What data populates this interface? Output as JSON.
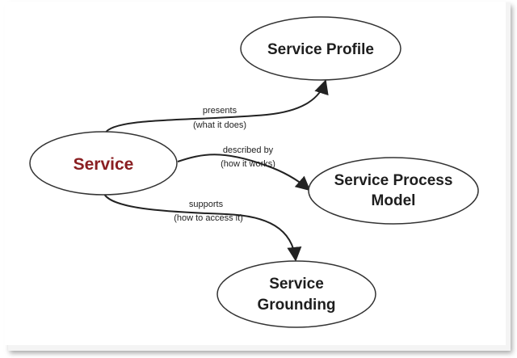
{
  "nodes": {
    "service": {
      "label": "Service"
    },
    "profile": {
      "label": "Service Profile"
    },
    "process": {
      "line1": "Service Process",
      "line2": "Model"
    },
    "grounding": {
      "line1": "Service",
      "line2": "Grounding"
    }
  },
  "edges": {
    "presents": {
      "line1": "presents",
      "line2": "(what it does)"
    },
    "described": {
      "line1": "described by",
      "line2": "(how it works)"
    },
    "supports": {
      "line1": "supports",
      "line2": "(how to access it)"
    }
  },
  "colors": {
    "service_label": "#8a1f22",
    "node_label": "#1e1e1e",
    "stroke": "#333333"
  }
}
